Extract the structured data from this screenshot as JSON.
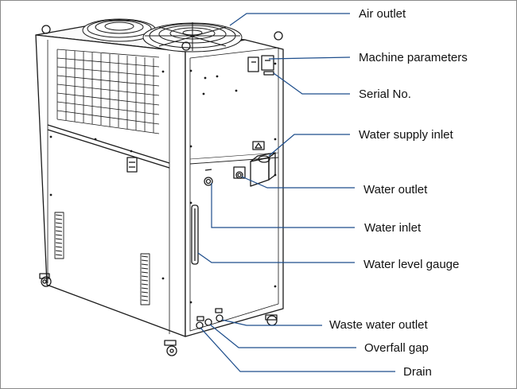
{
  "labels": {
    "air_outlet": "Air outlet",
    "machine_parameters": "Machine parameters",
    "serial_no": "Serial No.",
    "water_supply_inlet": "Water supply inlet",
    "water_outlet": "Water outlet",
    "water_inlet": "Water inlet",
    "water_level_gauge": "Water level gauge",
    "waste_water_outlet": "Waste water outlet",
    "overfall_gap": "Overfall gap",
    "drain": "Drain"
  },
  "colors": {
    "outline": "#1a1a1a",
    "leader": "#1e4e8c",
    "frame": "#8a8a8a",
    "background": "#ffffff"
  }
}
